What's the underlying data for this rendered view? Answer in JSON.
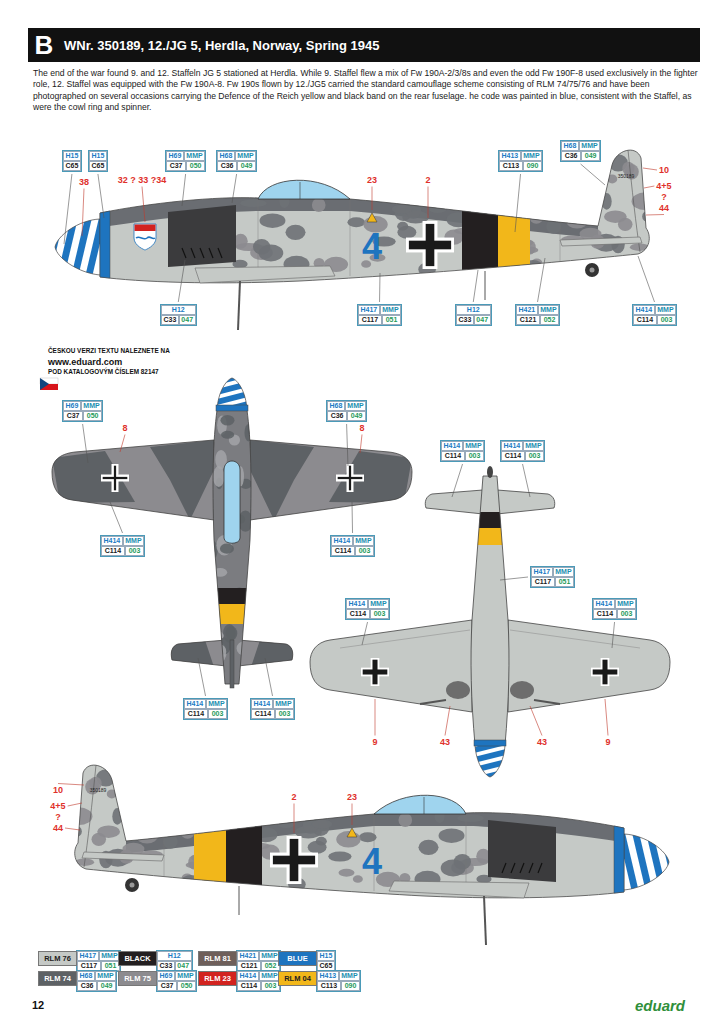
{
  "diagram": {
    "title": "WNr. 350189, 12./JG 5, Herdla, Norway, Spring 1945",
    "caption": "The end of the war found 9. and 12. Staffeln JG 5 stationed at Herdla. While 9. Staffel flew a mix of Fw 190A-2/3/8s and even the odd Fw 190F-8 used exclusively in the fighter role, 12. Staffel was equipped with the Fw 190A-8. Fw 190s flown by 12./JG5 carried the standard camouflage scheme consisting of RLM 74/75/76 and have been photographed on several occasions carrying the Defence of the Reich yellow and black band on the rear fuselage. he code was painted in blue, consistent with the Staffel, as were the cowl ring and spinner.",
    "nodes": [
      {
        "text": [
          "H15",
          "C65"
        ]
      },
      {
        "text": [
          "H15",
          "C65"
        ]
      },
      {
        "text": [
          "H69",
          "MMP",
          "C37",
          "050"
        ]
      },
      {
        "text": [
          "H68",
          "MMP",
          "C36",
          "049"
        ]
      },
      {
        "text": [
          "H413",
          "MMP",
          "C113",
          "090"
        ]
      },
      {
        "text": [
          "H68",
          "MMP",
          "C36",
          "049"
        ]
      },
      {
        "text": [
          "H12",
          "C33",
          "047"
        ]
      },
      {
        "text": [
          "H417",
          "MMP",
          "C117",
          "051"
        ]
      },
      {
        "text": [
          "H12",
          "C33",
          "047"
        ]
      },
      {
        "text": [
          "H421",
          "MMP",
          "C121",
          "052"
        ]
      },
      {
        "text": [
          "H414",
          "MMP",
          "C114",
          "003"
        ]
      },
      {
        "text": [
          "H69",
          "MMP",
          "C37",
          "050"
        ]
      },
      {
        "text": [
          "H68",
          "MMP",
          "C36",
          "049"
        ]
      },
      {
        "text": [
          "H414",
          "MMP",
          "C114",
          "003"
        ]
      },
      {
        "text": [
          "H414",
          "MMP",
          "C114",
          "003"
        ]
      },
      {
        "text": [
          "H414",
          "MMP",
          "C114",
          "003"
        ]
      },
      {
        "text": [
          "H414",
          "MMP",
          "C114",
          "003"
        ]
      },
      {
        "text": [
          "H414",
          "MMP",
          "C114",
          "003"
        ]
      },
      {
        "text": [
          "H414",
          "MMP",
          "C114",
          "003"
        ]
      },
      {
        "text": [
          "H417",
          "MMP",
          "C117",
          "051"
        ]
      },
      {
        "text": [
          "H414",
          "MMP",
          "C114",
          "003"
        ]
      },
      {
        "text": [
          "H414",
          "MMP",
          "C114",
          "003"
        ]
      },
      {
        "text": [
          "H417",
          "MMP",
          "C117",
          "051"
        ]
      },
      {
        "text": [
          "H12",
          "C33",
          "047"
        ]
      },
      {
        "text": [
          "H421",
          "MMP",
          "C121",
          "052"
        ]
      },
      {
        "text": [
          "H15",
          "C65"
        ]
      },
      {
        "text": [
          "H68",
          "MMP",
          "C36",
          "049"
        ]
      },
      {
        "text": [
          "H69",
          "MMP",
          "C37",
          "050"
        ]
      },
      {
        "text": [
          "H414",
          "MMP",
          "C114",
          "003"
        ]
      },
      {
        "text": [
          "H413",
          "MMP",
          "C113",
          "090"
        ]
      }
    ],
    "labels": [
      "B",
      "38",
      "32 ? 33 ?34",
      "23",
      "2",
      "10",
      "4+5",
      "?",
      "44",
      "4",
      "350189",
      "ČESKOU VERZI TEXTU NALEZNETE NA",
      "www.eduard.com",
      "POD KATALOGOVÝM ČÍSLEM 82147",
      "8",
      "8",
      "9",
      "43",
      "43",
      "9",
      "10",
      "4+5",
      "?",
      "44",
      "2",
      "23",
      "4",
      "350189",
      "12",
      "eduard"
    ],
    "legend": [
      {
        "text": "RLM 76",
        "color": "#c5c9c6"
      },
      {
        "text": "BLACK",
        "color": "#231f20"
      },
      {
        "text": "RLM 81",
        "color": "#6e5f5a"
      },
      {
        "text": "BLUE",
        "color": "#1e74bf"
      },
      {
        "text": "RLM 74",
        "color": "#5d6165"
      },
      {
        "text": "RLM 75",
        "color": "#8c8b8f"
      },
      {
        "text": "RLM 23",
        "color": "#d2231f"
      },
      {
        "text": "RLM 04",
        "color": "#f2b71a"
      }
    ]
  }
}
